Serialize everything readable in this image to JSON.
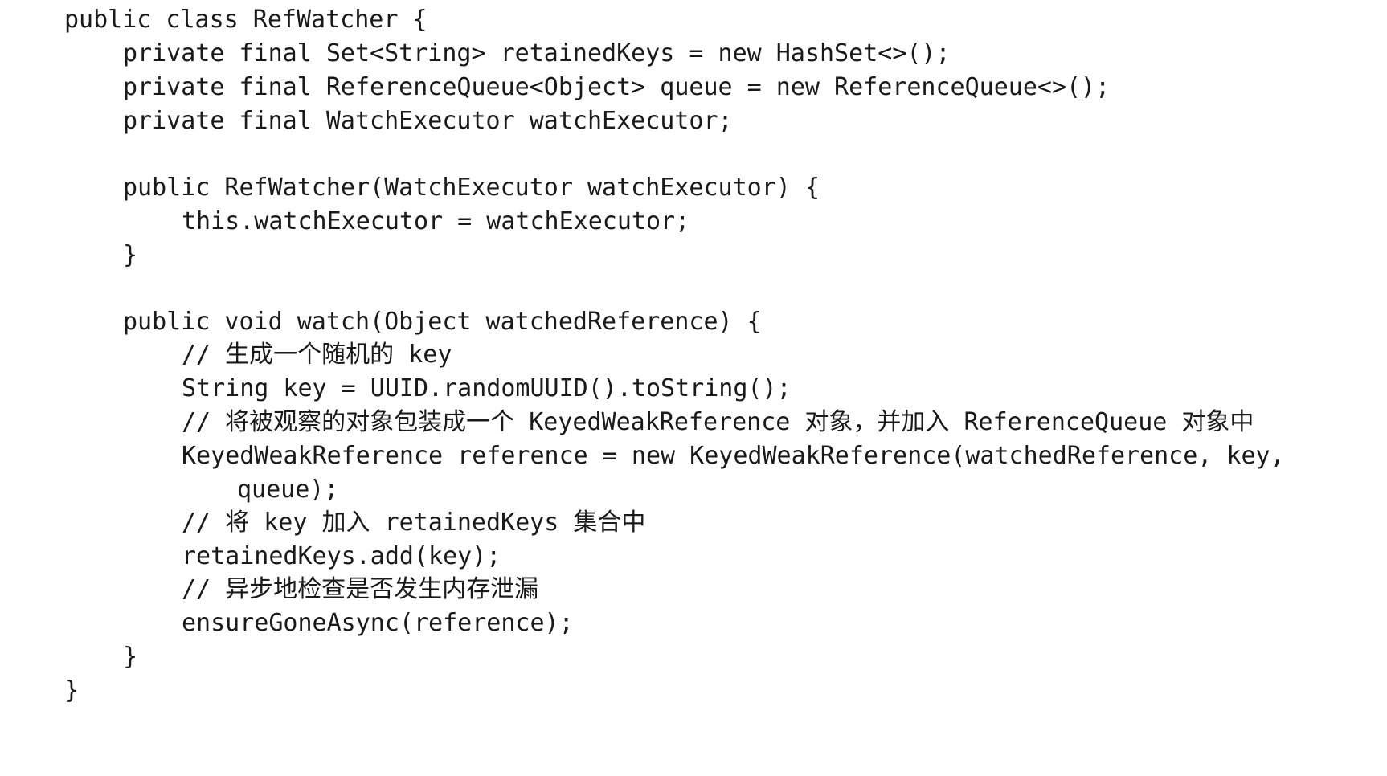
{
  "code": {
    "lines": [
      {
        "indent": 0,
        "text": "public class RefWatcher {"
      },
      {
        "indent": 1,
        "text": "private final Set<String> retainedKeys = new HashSet<>();"
      },
      {
        "indent": 1,
        "text": "private final ReferenceQueue<Object> queue = new ReferenceQueue<>();"
      },
      {
        "indent": 1,
        "text": "private final WatchExecutor watchExecutor;"
      },
      {
        "indent": 0,
        "text": ""
      },
      {
        "indent": 1,
        "text": "public RefWatcher(WatchExecutor watchExecutor) {"
      },
      {
        "indent": 2,
        "text": "this.watchExecutor = watchExecutor;"
      },
      {
        "indent": 1,
        "text": "}"
      },
      {
        "indent": 0,
        "text": ""
      },
      {
        "indent": 1,
        "text": "public void watch(Object watchedReference) {"
      },
      {
        "indent": 2,
        "text": "// 生成一个随机的 key"
      },
      {
        "indent": 2,
        "text": "String key = UUID.randomUUID().toString();"
      },
      {
        "indent": 2,
        "text": "// 将被观察的对象包装成一个 KeyedWeakReference 对象，并加入 ReferenceQueue 对象中"
      },
      {
        "indent": 2,
        "text": "KeyedWeakReference reference = new KeyedWeakReference(watchedReference, key,"
      },
      {
        "indent": 3,
        "text": "queue);"
      },
      {
        "indent": 2,
        "text": "// 将 key 加入 retainedKeys 集合中"
      },
      {
        "indent": 2,
        "text": "retainedKeys.add(key);"
      },
      {
        "indent": 2,
        "text": "// 异步地检查是否发生内存泄漏"
      },
      {
        "indent": 2,
        "text": "ensureGoneAsync(reference);"
      },
      {
        "indent": 1,
        "text": "}"
      },
      {
        "indent": 0,
        "text": "}"
      }
    ]
  }
}
